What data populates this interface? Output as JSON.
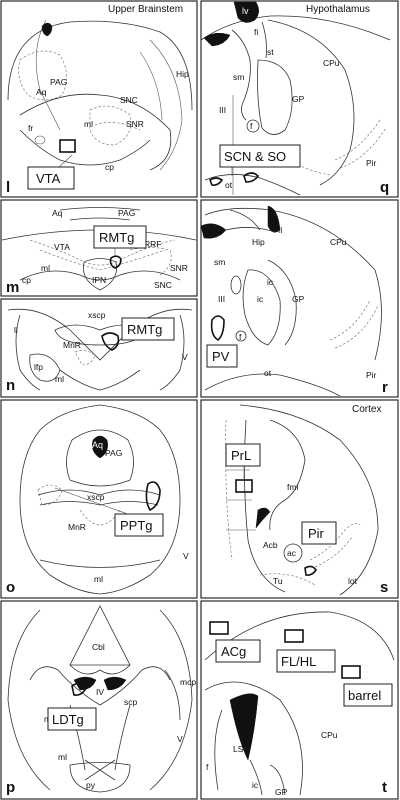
{
  "panels": {
    "l": {
      "letter": "l",
      "title": "Upper Brainstem",
      "labels": {
        "aq": "Aq",
        "pag": "PAG",
        "hip": "Hip",
        "snc": "SNC",
        "ml": "ml",
        "fr": "fr",
        "snr": "SNR",
        "cp": "cp"
      },
      "region": "VTA"
    },
    "q": {
      "letter": "q",
      "title": "Hypothalamus",
      "labels": {
        "lv": "lv",
        "fi": "fi",
        "st": "st",
        "sm": "sm",
        "cpu": "CPu",
        "gp": "GP",
        "iii": "III",
        "f": "f",
        "pir": "Pir",
        "ot": "ot"
      },
      "region": "SCN & SO"
    },
    "m": {
      "letter": "m",
      "labels": {
        "aq": "Aq",
        "pag": "PAG",
        "rrf": "RRF",
        "vta": "VTA",
        "ml": "ml",
        "ipn": "IPN",
        "cp": "cp",
        "snr": "SNR",
        "snc": "SNC"
      },
      "region": "RMTg"
    },
    "r": {
      "letter": "r",
      "labels": {
        "hip": "Hip",
        "fi": "fi",
        "sm": "sm",
        "cpu": "CPu",
        "ic1": "ic",
        "ic2": "ic",
        "gp": "GP",
        "iii": "III",
        "f": "f",
        "ot": "ot",
        "pir": "Pir"
      },
      "region": "PV"
    },
    "n": {
      "letter": "n",
      "labels": {
        "xscp": "xscp",
        "ll": "ll",
        "mnr": "MnR",
        "lfp": "lfp",
        "ml": "ml",
        "v": "V"
      },
      "region": "RMTg"
    },
    "o": {
      "letter": "o",
      "labels": {
        "aq": "Aq",
        "pag": "PAG",
        "xscp": "xscp",
        "mnr": "MnR",
        "v": "V",
        "ml": "ml"
      },
      "region": "PPTg"
    },
    "s": {
      "letter": "s",
      "title": "Cortex",
      "labels": {
        "fmi": "fmi",
        "acb": "Acb",
        "ac": "ac",
        "tu": "Tu",
        "lot": "lot"
      },
      "regions": {
        "prl": "PrL",
        "pir": "Pir"
      }
    },
    "p": {
      "letter": "p",
      "labels": {
        "cbl": "Cbl",
        "iv": "IV",
        "scp": "scp",
        "mcp": "mcp",
        "mlf": "mlf",
        "v": "V",
        "ml": "ml",
        "py": "py"
      },
      "region": "LDTg"
    },
    "t": {
      "letter": "t",
      "labels": {
        "ls": "LS",
        "cpu": "CPu",
        "f": "f",
        "ic": "ic",
        "gp": "GP"
      },
      "regions": {
        "acg": "ACg",
        "flhl": "FL/HL",
        "barrel": "barrel"
      }
    }
  }
}
